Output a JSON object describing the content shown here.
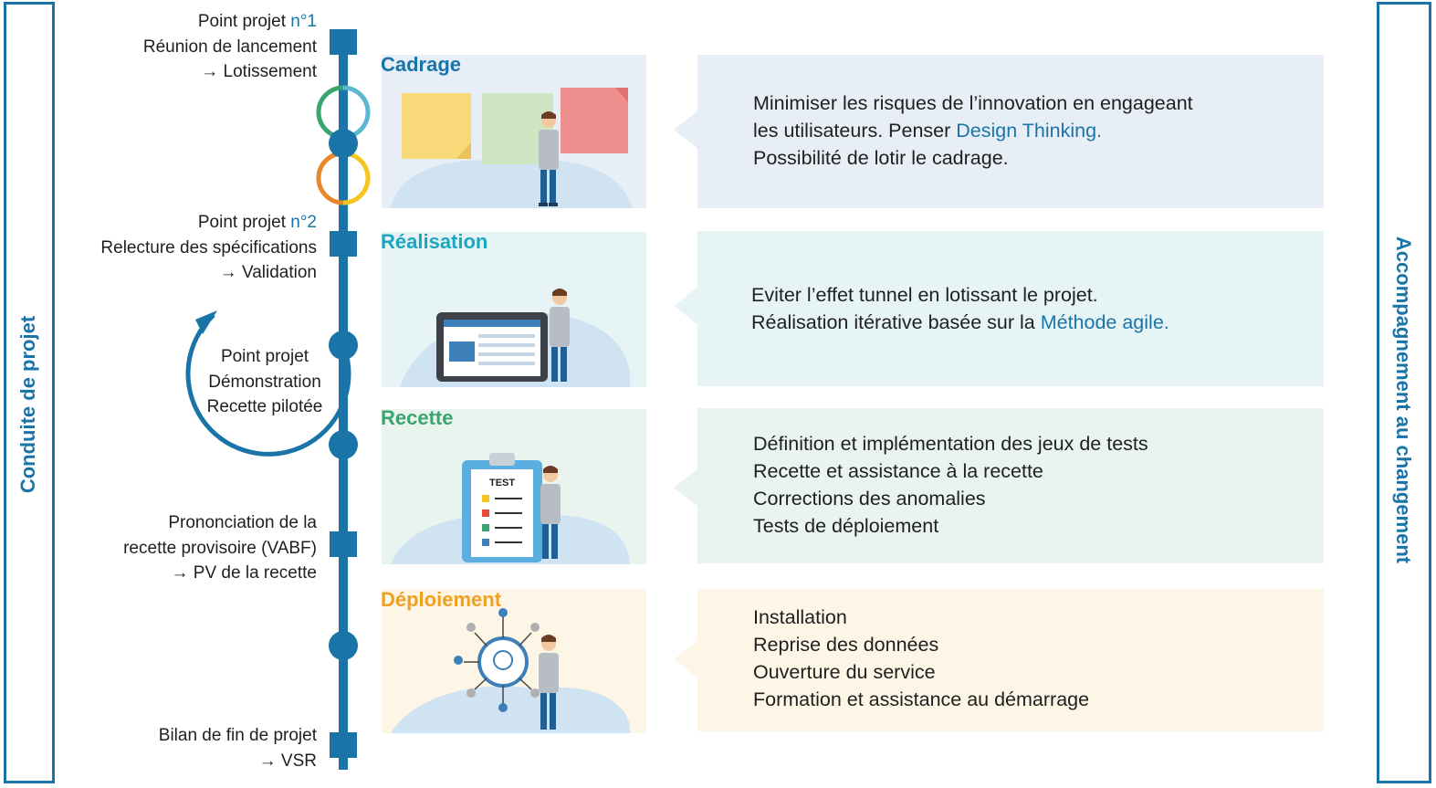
{
  "sides": {
    "left_label": "Conduite de projet",
    "right_label": "Accompagnement au changement",
    "accent": "#1a74a8"
  },
  "milestones": [
    {
      "lines": [
        "Point projet ",
        "n°1"
      ],
      "line2": "Réunion de lancement",
      "line3": "→ Lotissement"
    },
    {
      "lines": [
        "Point projet ",
        "n°2"
      ],
      "line2": "Relecture des spécifications",
      "line3": "→ Validation"
    },
    {
      "line1": "Prononciation de la",
      "line2": "recette provisoire (VABF)",
      "line3": "→ PV de la recette"
    },
    {
      "line1": "Bilan de fin de projet",
      "line2": "→ VSR"
    }
  ],
  "loop": {
    "line1": "Point projet",
    "line2": "Démonstration",
    "line3": "Recette pilotée"
  },
  "phases": [
    {
      "title": "Cadrage",
      "color": "#1a74a8",
      "bg": "#e8eef5",
      "desc": [
        "Minimiser les risques de l’innovation en engageant",
        "les utilisateurs. Penser ",
        "Design Thinking.",
        "Possibilité de lotir le cadrage."
      ]
    },
    {
      "title": "Réalisation",
      "color": "#1aa7c0",
      "bg": "#e6f4f6",
      "desc": [
        "Eviter l’effet tunnel en lotissant le projet.",
        "Réalisation itérative basée sur la ",
        "Méthode agile."
      ]
    },
    {
      "title": "Recette",
      "color": "#3aa56f",
      "bg": "#e9f4ee",
      "illus_label": "TEST",
      "desc": [
        "Définition et implémentation des jeux de tests",
        "Recette et assistance à la recette",
        "Corrections des anomalies",
        "Tests de déploiement"
      ]
    },
    {
      "title": "Déploiement",
      "color": "#f0a020",
      "bg": "#fdf6e6",
      "desc": [
        "Installation",
        "Reprise des données",
        "Ouverture du service",
        "Formation et assistance au démarrage"
      ]
    }
  ]
}
